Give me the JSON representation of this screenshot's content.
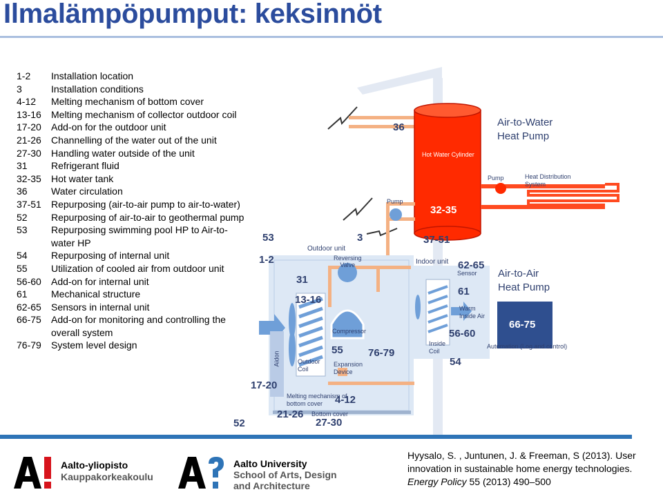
{
  "title": "Ilmalämpöpumput: keksinnöt",
  "items": [
    {
      "num": "1-2",
      "text": "Installation location"
    },
    {
      "num": "3",
      "text": "Installation conditions"
    },
    {
      "num": "4-12",
      "text": "Melting mechanism of bottom cover"
    },
    {
      "num": "13-16",
      "text": "Melting mechanism of collector outdoor coil"
    },
    {
      "num": "17-20",
      "text": "Add-on for the outdoor unit"
    },
    {
      "num": "21-26",
      "text": "Channelling of the water out of the unit"
    },
    {
      "num": "27-30",
      "text": "Handling water outside of the unit"
    },
    {
      "num": "31",
      "text": "Refrigerant fluid"
    },
    {
      "num": "32-35",
      "text": "Hot water tank"
    },
    {
      "num": "36",
      "text": "Water circulation"
    },
    {
      "num": "37-51",
      "text": "Repurposing (air-to-air pump to air-to-water)"
    },
    {
      "num": "52",
      "text": "Repurposing of air-to-air to geothermal pump"
    },
    {
      "num": "53",
      "text": "Repurposing swimming pool HP to Air-to-water HP"
    },
    {
      "num": "54",
      "text": "Repurposing of internal unit"
    },
    {
      "num": "55",
      "text": "Utilization of cooled air from outdoor unit"
    },
    {
      "num": "56-60",
      "text": "Add-on for internal unit"
    },
    {
      "num": "61",
      "text": "Mechanical structure"
    },
    {
      "num": "62-65",
      "text": "Sensors in internal unit"
    },
    {
      "num": "66-75",
      "text": "Add-on for monitoring and controlling the overall system"
    },
    {
      "num": "76-79",
      "text": "System level design"
    }
  ],
  "diagram": {
    "air_to_water_line1": "Air-to-Water",
    "air_to_water_line2": "Heat Pump",
    "air_to_air_line1": "Air-to-Air",
    "air_to_air_line2": "Heat Pump",
    "hot_water_cylinder": "Hot Water Cylinder",
    "pump_left": "Pump",
    "pump_right": "Pump",
    "heat_distribution_line1": "Heat Distribution",
    "heat_distribution_line2": "System",
    "outdoor_unit": "Outdoor unit",
    "indoor_unit": "Indoor unit",
    "reversing_valve_line1": "Reversing",
    "reversing_valve_line2": "Valve",
    "compressor": "Compressor",
    "expansion_line1": "Expansion",
    "expansion_line2": "Device",
    "outdoor_coil_line1": "Outdoor",
    "outdoor_coil_line2": "Coil",
    "inside_coil_line1": "Inside",
    "inside_coil_line2": "Coil",
    "sensor": "Sensor",
    "warm_air_line1": "Warm",
    "warm_air_line2": "Inside Air",
    "aidon": "Aidon",
    "automation": "Automation (Log and control)",
    "melting_line1": "Melting mechanism of",
    "melting_line2": "bottom cover",
    "bottom_cover": "Bottom cover",
    "n36": "36",
    "n32_35": "32-35",
    "n37_51": "37-51",
    "n53": "53",
    "n3": "3",
    "n1_2": "1-2",
    "n62_65": "62-65",
    "n61": "61",
    "n31": "31",
    "n13_16": "13-16",
    "n56_60": "56-60",
    "n66_75": "66-75",
    "n55": "55",
    "n76_79": "76-79",
    "n54": "54",
    "n17_20": "17-20",
    "n4_12": "4-12",
    "n21_26": "21-26",
    "n27_30": "27-30",
    "n52": "52"
  },
  "logos": {
    "aalto_line1": "Aalto-yliopisto",
    "aalto_line2": "Kauppakorkeakoulu",
    "arts_line1": "Aalto University",
    "arts_line2": "School of Arts, Design",
    "arts_line3": "and Architecture"
  },
  "citation": {
    "line1": "Hyysalo, S. , Juntunen, J. & Freeman, S (2013). User innovation in sustainable home energy technologies.",
    "journal": "Energy Policy",
    "rest": " 55 (2013) 490–500"
  },
  "colors": {
    "title": "#2b4c9d",
    "tank": "#ff2a00",
    "accent": "#2e74b7",
    "logo_red": "#d7141c"
  }
}
